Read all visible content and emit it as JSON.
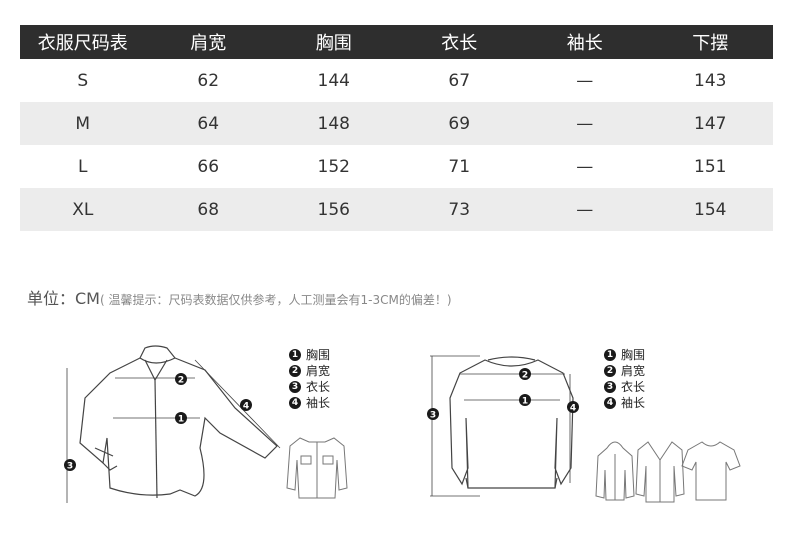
{
  "table": {
    "headers": [
      "衣服尺码表",
      "肩宽",
      "胸围",
      "衣长",
      "袖长",
      "下摆"
    ],
    "rows": [
      [
        "S",
        "62",
        "144",
        "67",
        "—",
        "143"
      ],
      [
        "M",
        "64",
        "148",
        "69",
        "—",
        "147"
      ],
      [
        "L",
        "66",
        "152",
        "71",
        "—",
        "151"
      ],
      [
        "XL",
        "68",
        "156",
        "73",
        "—",
        "154"
      ]
    ]
  },
  "unit": {
    "label": "单位：CM",
    "note": "( 温馨提示：尺码表数据仅供参考，人工测量会有1-3CM的偏差！)"
  },
  "shirt_diagram": {
    "markers": [
      "1",
      "2",
      "3",
      "4"
    ],
    "legend": [
      {
        "num": "1",
        "text": "胸围"
      },
      {
        "num": "2",
        "text": "肩宽"
      },
      {
        "num": "3",
        "text": "衣长"
      },
      {
        "num": "4",
        "text": "袖长"
      }
    ]
  },
  "sweater_diagram": {
    "markers": [
      "1",
      "2",
      "3",
      "4"
    ],
    "legend": [
      {
        "num": "1",
        "text": "胸围"
      },
      {
        "num": "2",
        "text": "肩宽"
      },
      {
        "num": "3",
        "text": "衣长"
      },
      {
        "num": "4",
        "text": "袖长"
      }
    ]
  }
}
